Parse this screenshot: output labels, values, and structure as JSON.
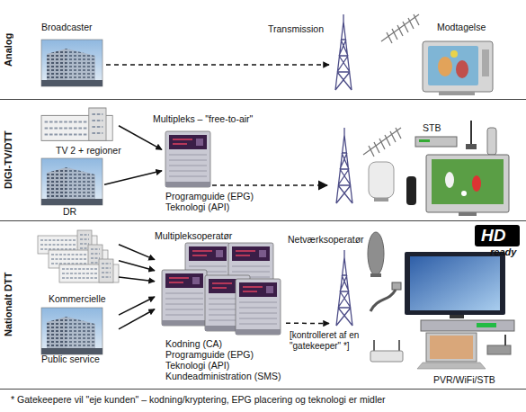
{
  "diagram": {
    "nodes": [
      {
        "text": [
          "Analog"
        ]
      },
      {
        "text": [
          "Broadcaster"
        ],
        "in": 0
      },
      {
        "text": [
          "Transmission"
        ],
        "in": 0
      },
      {
        "text": [
          "Modtagelse"
        ],
        "in": 0
      },
      {
        "text": [
          "DIGI-TV/DTT"
        ]
      },
      {
        "text": [
          "TV 2 + regioner"
        ],
        "in": 4
      },
      {
        "text": [
          "DR"
        ],
        "in": 4
      },
      {
        "text": [
          "Multipleks – \"free-to-air\"",
          "Programguide (EPG)",
          "Teknologi (API)"
        ],
        "in": 4
      },
      {
        "text": [
          "STB"
        ],
        "in": 4
      },
      {
        "text": [
          "Nationalt DTT"
        ]
      },
      {
        "text": [
          "Kommercielle"
        ],
        "in": 9
      },
      {
        "text": [
          "Public service"
        ],
        "in": 9
      },
      {
        "text": [
          "Multipleksoperatør",
          "Kodning (CA)",
          "Programguide (EPG)",
          "Teknologi (API)",
          "Kundeadministration (SMS)"
        ],
        "in": 9
      },
      {
        "text": [
          "Netværksoperatør"
        ],
        "in": 9
      },
      {
        "text": [
          "PVR/WiFi/STB"
        ],
        "in": 9
      }
    ],
    "edges": [
      {
        "from": 1,
        "to": 2,
        "arrow": "to"
      },
      {
        "from": 5,
        "to": 7,
        "arrow": "to"
      },
      {
        "from": 6,
        "to": 7,
        "arrow": "to"
      },
      {
        "from": 10,
        "to": 12,
        "arrow": "to"
      },
      {
        "from": 10,
        "to": 12,
        "arrow": "to"
      },
      {
        "from": 10,
        "to": 12,
        "arrow": "to"
      },
      {
        "from": 11,
        "to": 12,
        "arrow": "to"
      },
      {
        "from": 11,
        "to": 12,
        "arrow": "to"
      },
      {
        "from": 12,
        "to": 13,
        "arrow": "to",
        "label": "[kontrolleret af en \"gatekeeper\" *]"
      }
    ],
    "labels": [
      "HD",
      "ready",
      "* Gatekeepere vil \"eje kunden\" – kodning/kryptering, EPG placering og teknologi er midler"
    ]
  }
}
